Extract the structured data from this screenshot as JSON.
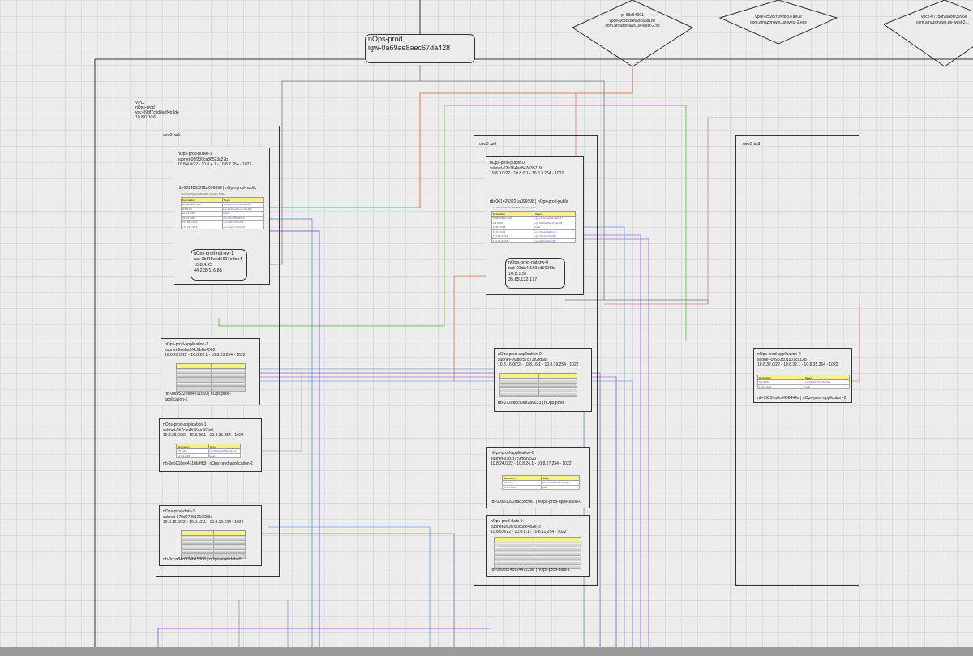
{
  "igw": {
    "line1": "nOps-prod",
    "line2": "igw-0a69ae8aec67da428"
  },
  "endpoints": [
    {
      "l1": "pl-68a54001",
      "l2": "vpce-0c3c2de62fca6b1d7",
      "l3": "com.amazonaws.us-west-2.s3"
    },
    {
      "l1": "vpce-059c7f1f4f8c07ae0e",
      "l2": "com.amazonaws.us-west-2.ecs",
      "l3": ""
    },
    {
      "l1": "vpce-071baf9aadfe3096e",
      "l2": "com.amazonaws.us-west-2...",
      "l3": ""
    }
  ],
  "vpc": {
    "l1": "VPC",
    "l2": "nOps-prod",
    "l3": "vpc-09df7c9d8a0f4b1de",
    "l4": "10.8.0.0/16"
  },
  "az": {
    "a": "usw2-az1",
    "b": "usw2-az2",
    "c": "usw2-az3"
  },
  "rt_headers": {
    "dest": "Destination",
    "target": "Target",
    "dest_lc": "destination",
    "target_l": "Target"
  },
  "rt_caption": "rtb-0614253221a096698 · Routing Table",
  "subnets": {
    "pub1": {
      "l1": "nOps-prod-public-1",
      "l2": "subnet-08f230ca86523c27b",
      "l3": "10.8.4.0/22 - 10.8.4.1 - 10.8.7.254 - 1022",
      "rtb": "rtb-0614253221a096698 | nOps-prod-public",
      "rows": [
        [
          "pl-68a54001 (s3)",
          "vpce-0c3c2de62fca6b1d7"
        ],
        [
          "0.0.0.0/0",
          "igw-0a69ae8aec67da428"
        ],
        [
          "10.8.0.0/16",
          "local"
        ],
        [
          "10.9.0.0/16",
          "pcx-0f2e1d9a8b7c6"
        ],
        [
          "172.16.0.0/12",
          "tgw-04b3c2d1e0f9"
        ],
        [
          "172.31.0.0/16",
          "pcx-0a1b2c3d4e5f6"
        ]
      ]
    },
    "pub0": {
      "l1": "nOps-prod-public-0",
      "l2": "subnet-02e764aa847e35719",
      "l3": "10.8.0.0/22 - 10.8.0.1 - 10.8.3.254 - 1022",
      "rtb": "rtb-0614253221a096698 | nOps-prod-public",
      "rows": [
        [
          "pl-68a54001 (s3)",
          "vpce-0c3c2de62fca6b1d7"
        ],
        [
          "0.0.0.0/0",
          "igw-0a69ae8aec67da428"
        ],
        [
          "10.8.0.0/16",
          "local"
        ],
        [
          "10.9.0.0/16",
          "pcx-0f2e1d9a8b7c6"
        ],
        [
          "172.16.0.0/12",
          "tgw-04b3c2d1e0f9"
        ],
        [
          "172.31.0.0/16",
          "pcx-0a1b2c3d4e5f6"
        ]
      ]
    },
    "app1a": {
      "l1": "nOps-prod-application-1",
      "l2": "subnet-0eeba3f4c2b6e4360",
      "l3": "10.8.20.0/22 - 10.8.20.1 - 10.8.23.254 - 1022",
      "rtb1": "rtb-0bdf522e804e11c59 | nOps-prod-",
      "rtb2": "application-1"
    },
    "app1b": {
      "l1": "nOps-prod-application-1",
      "l2": "subnet-0b7cfe4b26aa763e0",
      "l3": "10.8.28.0/22 - 10.8.28.1 - 10.8.31.254 - 1022",
      "rtb": "rtb-0e5018ee471bb3fb9 | nOps-prod-application-1",
      "rows": [
        [
          "0.0.0.0/0",
          "nat-0bf41eed5637e9cb4"
        ],
        [
          "10.8.0.0/16",
          "local"
        ]
      ]
    },
    "data1": {
      "l1": "nOps-prod-data-1",
      "l2": "subnet-070d97291210f2f6c",
      "l3": "10.8.12.0/22 - 10.8.12.1 - 10.8.15.254 - 1022",
      "rtb": "rtb-0cba84c0f26b15003 | nOps-prod-data-0"
    },
    "app0a": {
      "l1": "nOps-prod-application-0",
      "l2": "subnet-0f2d6f57873e2fd68",
      "l3": "10.8.16.0/22 - 10.8.16.1 - 10.8.19.254 - 1022",
      "rtb": "rtb-072ebbcf6ee2a9633 | nOps-prod-"
    },
    "app0b": {
      "l1": "nOps-prod-application-0",
      "l2": "subnet-01d1f7c9ffc99520",
      "l3": "10.8.24.0/22 - 10.8.24.1 - 10.8.27.254 - 1022",
      "rtb": "rtb-00ae1092dad39c9e7 | nOps-prod-application-0",
      "rows": [
        [
          "0.0.0.0/0",
          "nat-02da4f160cd560f2a"
        ],
        [
          "10.8.0.0/16",
          "local"
        ]
      ]
    },
    "data0": {
      "l1": "nOps-prod-data-0",
      "l2": "subnet-062f7b0c3de4b2e7c",
      "l3": "10.8.8.0/22 - 10.8.8.1 - 10.8.11.254 - 1022",
      "rtb": "rtb-0b98c745c2447129e | nOps-prod-data-1"
    },
    "app2": {
      "l1": "nOps-prod-application-2",
      "l2": "subnet-09963c01501ca12d",
      "l3": "10.8.32.0/22 - 10.8.32.1 - 10.8.35.254 - 1022",
      "rtb": "rtb-09291a3c5498444a | nOps-prod-application-2",
      "rows": [
        [
          "0.0.0.0/0",
          "nat-02da4f160cd560f2a"
        ],
        [
          "10.8.0.0/16",
          "local"
        ]
      ]
    }
  },
  "nat1": {
    "l1": "nOps-prod-nat-gw-1",
    "l2": "nat-0bf41eed5637e9cb4",
    "l3": "10.8.4.23",
    "l4": "44.228.116.85"
  },
  "nat0": {
    "l1": "nOps-prod-nat-gw-0",
    "l2": "nat-02da4f160cd560f2a",
    "l3": "10.8.1.57",
    "l4": "35.85.132.177"
  },
  "colors": {
    "orange": "#d9563a",
    "green": "#5ab33b",
    "purple": "#7b3fb8",
    "blue": "#4f7fd6",
    "gray": "#555555",
    "brown": "#b46a5a"
  }
}
